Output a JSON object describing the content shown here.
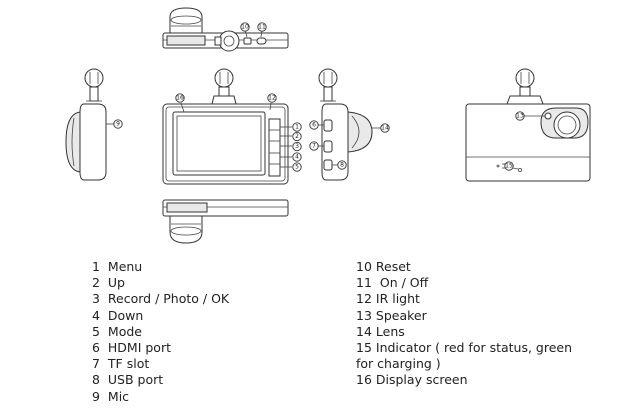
{
  "legend": {
    "left": [
      {
        "num": "1",
        "label": "Menu"
      },
      {
        "num": "2",
        "label": "Up"
      },
      {
        "num": "3",
        "label": "Record / Photo / OK"
      },
      {
        "num": "4",
        "label": "Down"
      },
      {
        "num": "5",
        "label": "Mode"
      },
      {
        "num": "6",
        "label": "HDMI port"
      },
      {
        "num": "7",
        "label": "TF slot"
      },
      {
        "num": "8",
        "label": "USB port"
      },
      {
        "num": "9",
        "label": "Mic"
      }
    ],
    "right": [
      {
        "num": "10",
        "label": "Reset"
      },
      {
        "num": "11",
        "label": "On / Off"
      },
      {
        "num": "12",
        "label": "IR light"
      },
      {
        "num": "13",
        "label": "Speaker"
      },
      {
        "num": "14",
        "label": "Lens"
      },
      {
        "num": "15",
        "label": "Indicator ( red for status, green"
      },
      {
        "num": "",
        "label": "for charging )"
      },
      {
        "num": "16",
        "label": "Display screen"
      }
    ]
  },
  "callouts": {
    "top_view": [
      "10",
      "11"
    ],
    "left_view": [
      "9"
    ],
    "front_view": [
      "16",
      "12",
      "1",
      "2",
      "3",
      "4",
      "5"
    ],
    "side_view": [
      "6",
      "7",
      "8",
      "14"
    ],
    "back_view": [
      "13",
      "15"
    ]
  }
}
